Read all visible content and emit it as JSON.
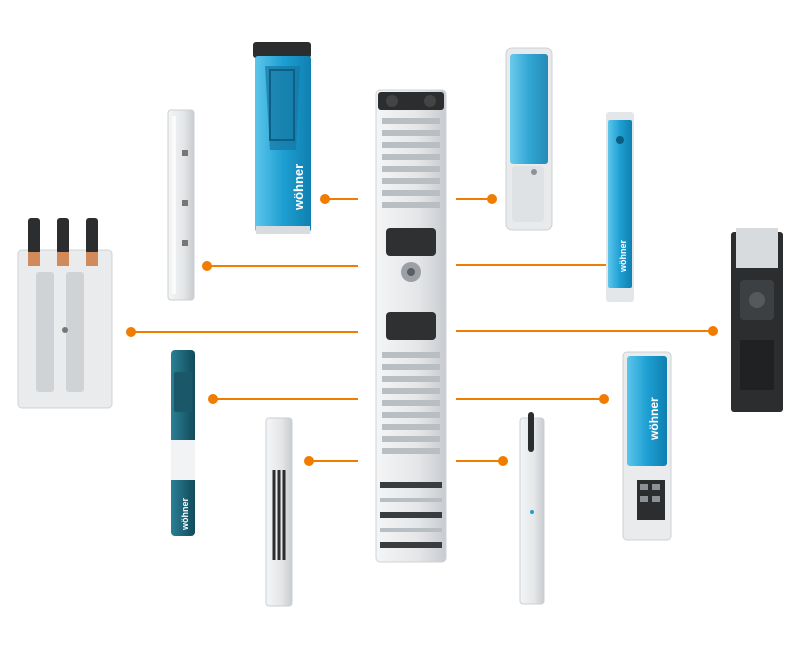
{
  "brand_text": "wöhner",
  "colors": {
    "connector": "#f07d00",
    "product_blue": "#1e9fd2",
    "product_blue_dark": "#0f7fb0",
    "petrol": "#1b6477",
    "light_grey": "#e9ebec",
    "mid_grey": "#c9cdd0",
    "dark": "#2b2d2f"
  },
  "products": [
    {
      "id": "center-busbar-adapter",
      "type": "center"
    },
    {
      "id": "blue-fuse-switch",
      "type": "blue-switch",
      "branded": true
    },
    {
      "id": "blue-terminal-module-top",
      "type": "blue-module"
    },
    {
      "id": "thin-grey-rail",
      "type": "grey-rail"
    },
    {
      "id": "blue-narrow-module",
      "type": "blue-narrow",
      "branded": true
    },
    {
      "id": "three-pole-adapter",
      "type": "three-pole"
    },
    {
      "id": "black-fuse-base",
      "type": "black-base"
    },
    {
      "id": "petrol-device",
      "type": "petrol",
      "branded": true
    },
    {
      "id": "blue-electronic-module",
      "type": "blue-box",
      "branded": true
    },
    {
      "id": "wire-adapter",
      "type": "wire-adapter"
    },
    {
      "id": "grey-clip-rail",
      "type": "grey-clip"
    }
  ]
}
